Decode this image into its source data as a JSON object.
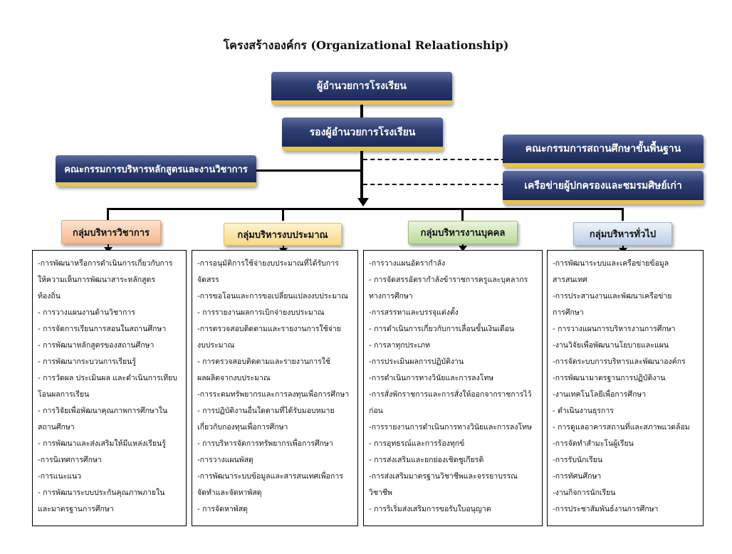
{
  "title": "โครงสร้างองค์กร  (Organizational Relaationship)",
  "nodes": {
    "director": "ผู้อำนวยการโรงเรียน",
    "deputy_director": "รองผู้อำนวยการโรงเรียน",
    "curriculum_committee": "คณะกรรมการบริหารหลักสูตรและงานวิชาการ",
    "basic_education_board": "คณะกรรมการสถานศึกษาขั้นพื้นฐาน",
    "parent_alumni_network": "เครือข่ายผู้ปกครองและชมรมศิษย์เก่า"
  },
  "colors": {
    "node_fill": "#1c2a58",
    "node_accent": "#e5c25a",
    "academic_header": "#f7c7a3",
    "budget_header": "#fbe3a5",
    "personnel_header": "#cfe3b3",
    "general_header": "#c9d8ec"
  },
  "groups": [
    {
      "name": "กลุ่มบริหารวิชาการ",
      "items": [
        "-การพัฒนาหรือการดำเนินการเกี่ยวกับการ",
        "ให้ความเห็นการพัฒนาสาระหลักสูตร",
        "ท้องถิ่น",
        "- การวางแผนงานด้านวิชาการ",
        "- การจัดการเรียนการสอนในสถานศึกษา",
        "- การพัฒนาหลักสูตรของสถานศึกษา",
        "- การพัฒนากระบวนการเรียนรู้",
        "- การวัดผล ประเมินผล และดำเนินการเทียบ",
        "โอนผลการเรียน",
        "- การวิจัยเพื่อพัฒนาคุณภาพการศึกษาใน",
        "สถานศึกษา",
        "- การพัฒนาและส่งเสริมให้มีแหล่งเรียนรู้",
        "-การนิเทศการศึกษา",
        "-การแนะแนว",
        "- การพัฒนาระบบประกันคุณภาพภายใน",
        "และมาตรฐานการศึกษา"
      ]
    },
    {
      "name": "กลุ่มบริหารงบประมาณ",
      "items": [
        "-การอนุมัติการใช้จ่ายงบประมาณที่ได้รับการ",
        "จัดสรร",
        "-การขอโอนและการขอเปลี่ยนแปลงงบประมาณ",
        "- การรายงานผลการเบิกจ่ายงบประมาณ",
        "-การตรวจสอบติดตามและรายงานการใช้จ่าย",
        "งบประมาณ",
        "- การตรวจสอบติดตามและรายงานการใช้",
        "ผลผลิตจากงบประมาณ",
        "-การระดมทรัพยากรและการลงทุนเพื่อการศึกษา",
        "- การปฏิบัติงานอื่นใดตามที่ได้รับมอบหมาย",
        "เกี่ยวกับกองทุนเพื่อการศึกษา",
        "- การบริหารจัดการทรัพยากรเพื่อการศึกษา",
        "-การวางแผนพัสดุ",
        "-การพัฒนาระบบข้อมูลและสารสนเทศเพื่อการ",
        "จัดทำและจัดหาพัสดุ",
        "- การจัดหาพัสดุ"
      ]
    },
    {
      "name": "กลุ่มบริหารงานบุคคล",
      "items": [
        "-การวางแผนอัตรากำลัง",
        "- การจัดสรรอัตรากำลังข้าราชการครูและบุคลากร",
        "ทางการศึกษา",
        "-การสรรหาและบรรจุแต่งตั้ง",
        "- การดำเนินการเกี่ยวกับการเลื่อนขั้นเงินเดือน",
        "- การลาทุกประเภท",
        "-การประเมินผลการปฏิบัติงาน",
        "-การดำเนินการทางวินัยและการลงโทษ",
        "-การสั่งพักราชการและการสั่งให้ออกจากราชการไว้",
        "ก่อน",
        "-การรายงานการดำเนินการทางวินัยและการลงโทษ",
        "- การอุทธรณ์และการร้องทุกข์",
        "- การส่งเสริมและยกย่องเชิดชูเกียรติ",
        "-การส่งเสริมมาตรฐานวิชาชีพและจรรยาบรรณ",
        "วิชาชีพ",
        "- การริเริ่มส่งเสริมการขอรับใบอนุญาต"
      ]
    },
    {
      "name": "กลุ่มบริหารทั่วไป",
      "items": [
        "-การพัฒนาระบบและเครือข่ายข้อมูล",
        "สารสนเทศ",
        "-การประสานงานและพัฒนาเครือข่าย",
        "การศึกษา",
        "- การวางแผนการบริหารงานการศึกษา",
        "-งานวิจัยเพื่อพัฒนานโยบายและแผน",
        "-การจัดระบบการบริหารและพัฒนาองค์กร",
        "-การพัฒนามาตรฐานการปฏิบัติงาน",
        "-งานเทคโนโลยีเพื่อการศึกษา",
        "- ดำเนินงานธุรการ",
        "- การดูแลอาคารสถานที่และสภาพแวดล้อม",
        "-การจัดทำสำมะโนผู้เรียน",
        "-การรับนักเรียน",
        "-การทัศนศึกษา",
        "-งานกิจการนักเรียน",
        "-การประชาสัมพันธ์งานการศึกษา"
      ]
    }
  ]
}
